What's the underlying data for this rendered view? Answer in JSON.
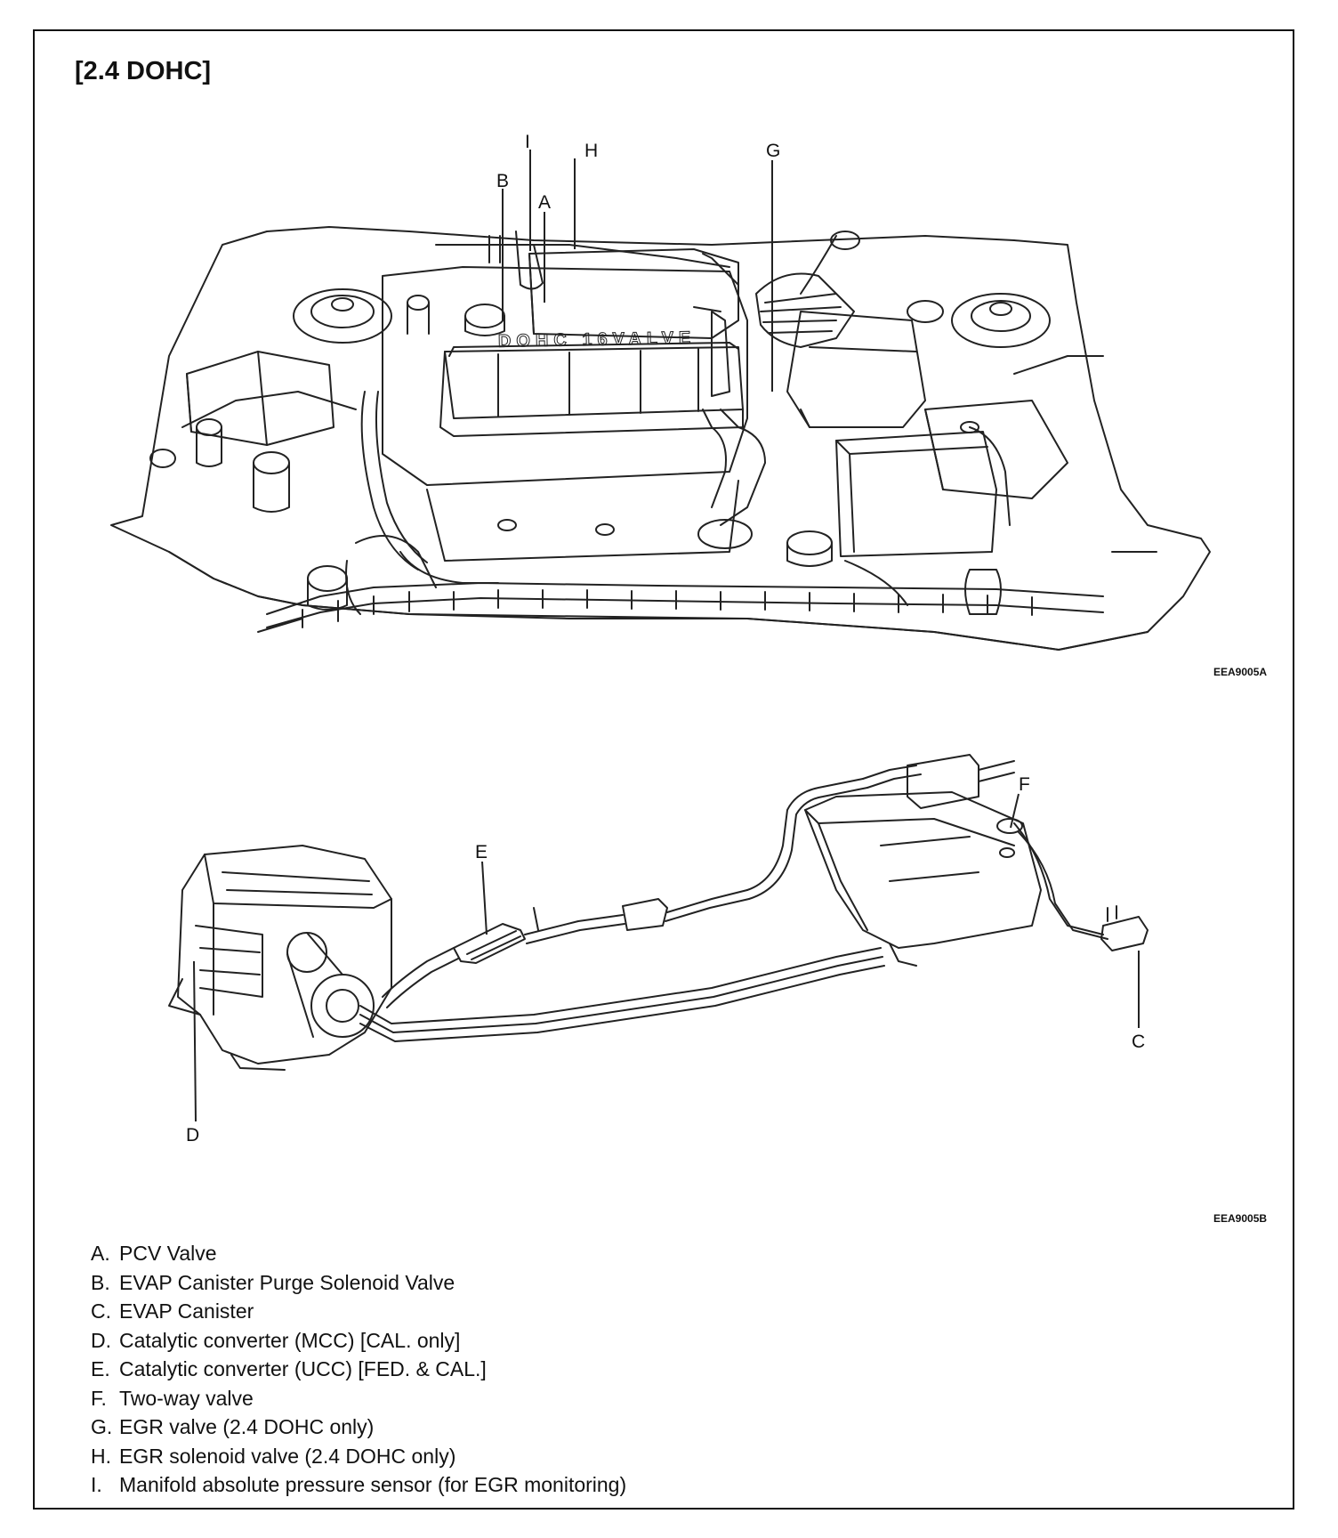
{
  "heading": "[2.4 DOHC]",
  "figure_codes": {
    "top": "EEA9005A",
    "bottom": "EEA9005B"
  },
  "callouts": {
    "top": [
      "I",
      "H",
      "G",
      "B",
      "A"
    ],
    "bottom": [
      "F",
      "E",
      "D",
      "C"
    ]
  },
  "engine_cover_text": "DOHC 16VALVE",
  "legend": [
    {
      "letter": "A.",
      "text": "PCV Valve"
    },
    {
      "letter": "B.",
      "text": "EVAP Canister Purge Solenoid Valve"
    },
    {
      "letter": "C.",
      "text": "EVAP Canister"
    },
    {
      "letter": "D.",
      "text": "Catalytic converter (MCC) [CAL. only]"
    },
    {
      "letter": "E.",
      "text": "Catalytic converter (UCC) [FED. & CAL.]"
    },
    {
      "letter": "F.",
      "text": "Two-way valve"
    },
    {
      "letter": "G.",
      "text": "EGR valve (2.4 DOHC only)"
    },
    {
      "letter": "H.",
      "text": "EGR solenoid valve (2.4 DOHC only)"
    },
    {
      "letter": "I.",
      "text": "Manifold absolute pressure sensor (for EGR monitoring)"
    }
  ]
}
